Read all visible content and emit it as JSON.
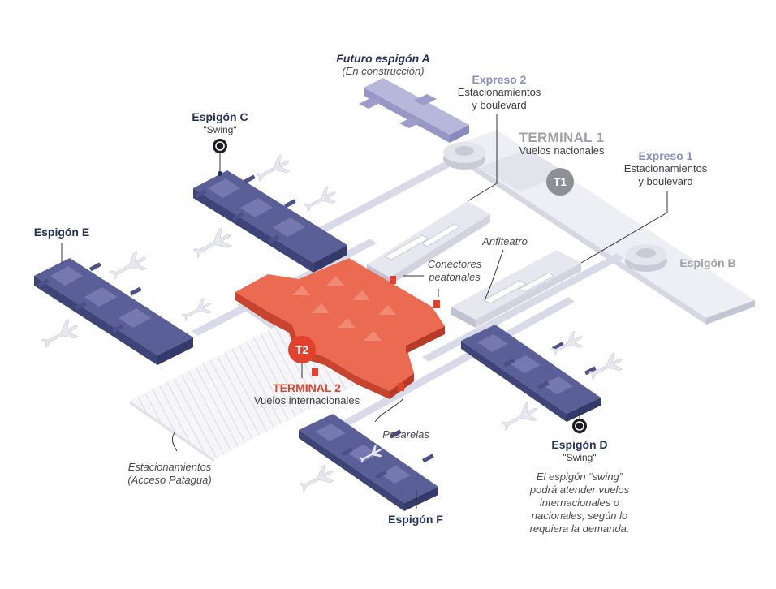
{
  "labels": {
    "futuro_a_title": "Futuro espigón A",
    "futuro_a_sub": "(En construcción)",
    "expreso2_title": "Expreso 2",
    "expreso2_line1": "Estacionamientos",
    "expreso2_line2": "y boulevard",
    "espigon_c_title": "Espigón C",
    "espigon_c_sub": "\"Swing\"",
    "terminal1_title": "TERMINAL 1",
    "terminal1_sub": "Vuelos nacionales",
    "expreso1_title": "Expreso 1",
    "expreso1_line1": "Estacionamientos",
    "expreso1_line2": "y boulevard",
    "espigon_e_title": "Espigón E",
    "espigon_b_title": "Espigón B",
    "anfiteatro": "Anfiteatro",
    "conectores_line1": "Conectores",
    "conectores_line2": "peatonales",
    "terminal2_title": "TERMINAL 2",
    "terminal2_sub": "Vuelos internacionales",
    "espigon_d_title": "Espigón D",
    "espigon_d_sub": "\"Swing\"",
    "note_line1": "El espigón “swing”",
    "note_line2": "podrá atender vuelos",
    "note_line3": "internacionales o",
    "note_line4": "nacionales, según lo",
    "note_line5": "requiera la demanda.",
    "pasarelas": "Pasarelas",
    "estac_line1": "Estacionamientos",
    "estac_line2": "(Acceso Patagua)",
    "espigon_f_title": "Espigón F"
  },
  "badges": {
    "t1": "T1",
    "t2": "T2"
  },
  "colors": {
    "pier": "#5b5f97",
    "pier_dark": "#3f4478",
    "pier_light": "#7579b0",
    "lavender": "#b6b7da",
    "lavender_dark": "#9697c4",
    "t2": "#ea6a52",
    "t2_dark": "#c9442e",
    "building_grey": "#e4e5ee",
    "building_side": "#c8c9d6",
    "badge_grey": "#8f9096",
    "badge_red": "#e2412e",
    "navy_text": "#26305e"
  }
}
